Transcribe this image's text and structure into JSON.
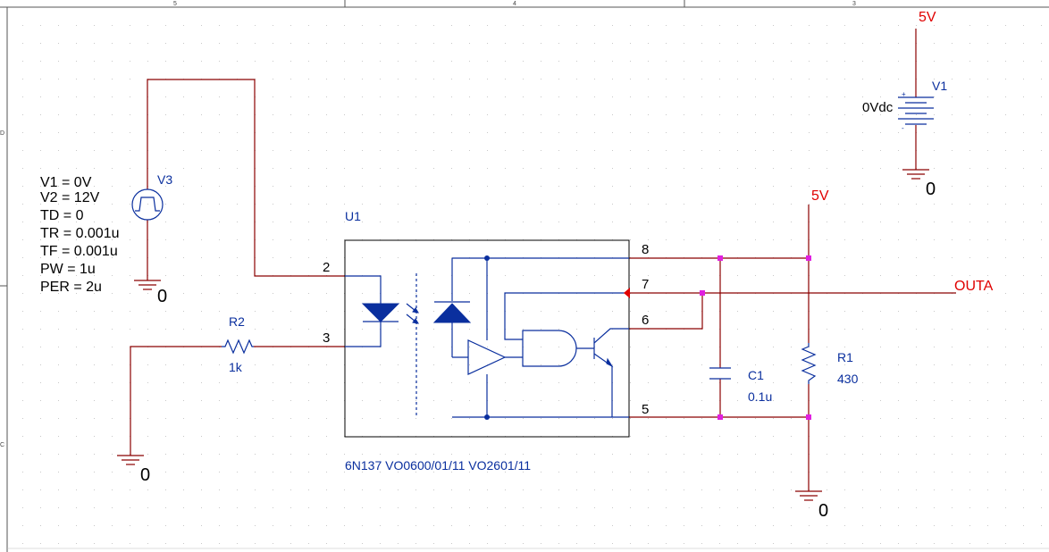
{
  "sheet_border": {
    "zones_top": [
      "5",
      "4",
      "3"
    ],
    "zones_left": [
      "D",
      "C"
    ]
  },
  "V3": {
    "refdes": "V3",
    "params": [
      "V1 = 0V",
      "V2 = 12V",
      "TD = 0",
      "TR = 0.001u",
      "TF = 0.001u",
      "PW = 1u",
      "PER = 2u"
    ]
  },
  "V1": {
    "refdes": "V1",
    "value": "0Vdc",
    "plus": "+",
    "minus": "-"
  },
  "U1": {
    "refdes": "U1",
    "part": "6N137 VO0600/01/11 VO2601/11",
    "pins": [
      "2",
      "3",
      "8",
      "7",
      "6",
      "5"
    ]
  },
  "R2": {
    "refdes": "R2",
    "value": "1k"
  },
  "R1": {
    "refdes": "R1",
    "value": "430"
  },
  "C1": {
    "refdes": "C1",
    "value": "0.1u"
  },
  "nets": {
    "power_top": "5V",
    "power_mid": "5V",
    "out": "OUTA",
    "ground": "0"
  },
  "colors": {
    "wire": "#8b0000",
    "component": "#0a2f9e",
    "junction": "#e020e0",
    "net_label": "#e00000"
  }
}
